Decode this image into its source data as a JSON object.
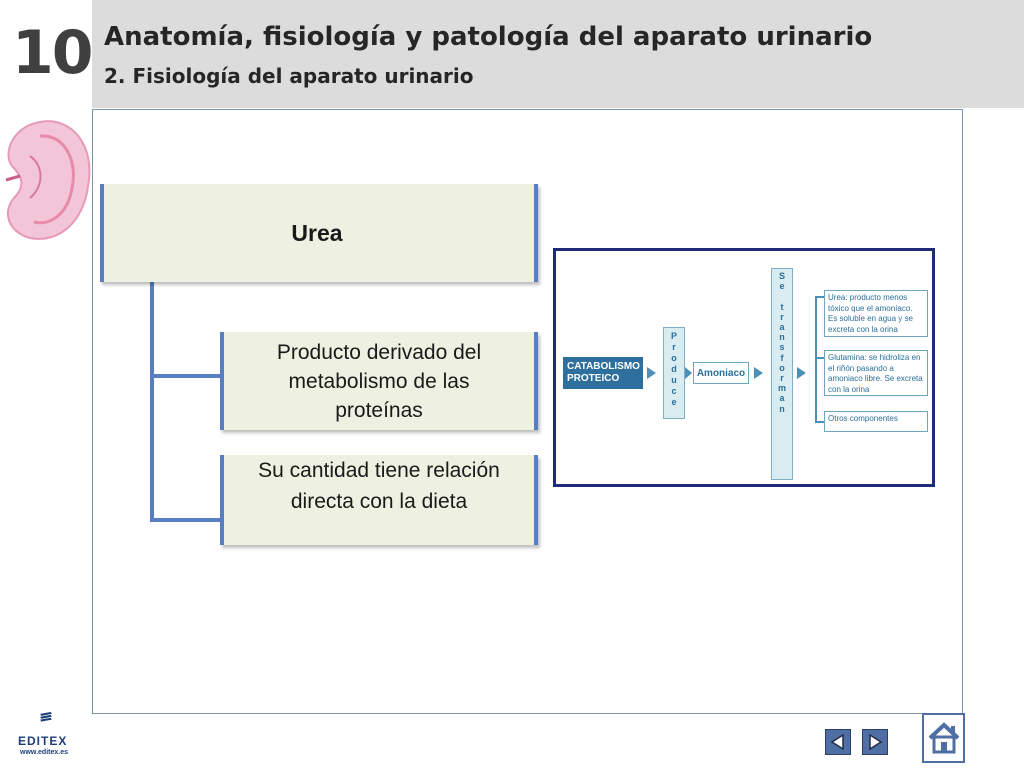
{
  "header": {
    "chapter_number": "10",
    "title": "Anatomía, fisiología y patología del aparato urinario",
    "subtitle": "2. Fisiología del aparato urinario"
  },
  "concept_map": {
    "root": "Urea",
    "children": [
      {
        "text": "Producto derivado del metabolismo de las proteínas"
      },
      {
        "text": "Su cantidad tiene relación directa con la dieta"
      }
    ]
  },
  "inset_diagram": {
    "source": "CATABOLISMO PROTEICO",
    "verb_1": "Produce",
    "intermediate": "Amoniaco",
    "verb_2": "Se transforman",
    "outcomes": [
      "Urea: producto menos tóxico que el amoníaco. Es soluble en agua y se excreta con la orina",
      "Glutamina: se hidroliza en el riñón pasando a amoniaco libre. Se excreta con la orina",
      "Otros componentes"
    ]
  },
  "footer": {
    "brand": "EDITEX",
    "url": "www.editex.es"
  },
  "navigation": {
    "prev_icon": "triangle-left-icon",
    "next_icon": "triangle-right-icon",
    "home_icon": "home-icon"
  },
  "colors": {
    "header_background": "#dcdcdc",
    "box_fill": "#eef1e1",
    "connector": "#5b7ec0",
    "diagram_border": "#1f2a78",
    "diagram_accent": "#2f6f9d"
  }
}
